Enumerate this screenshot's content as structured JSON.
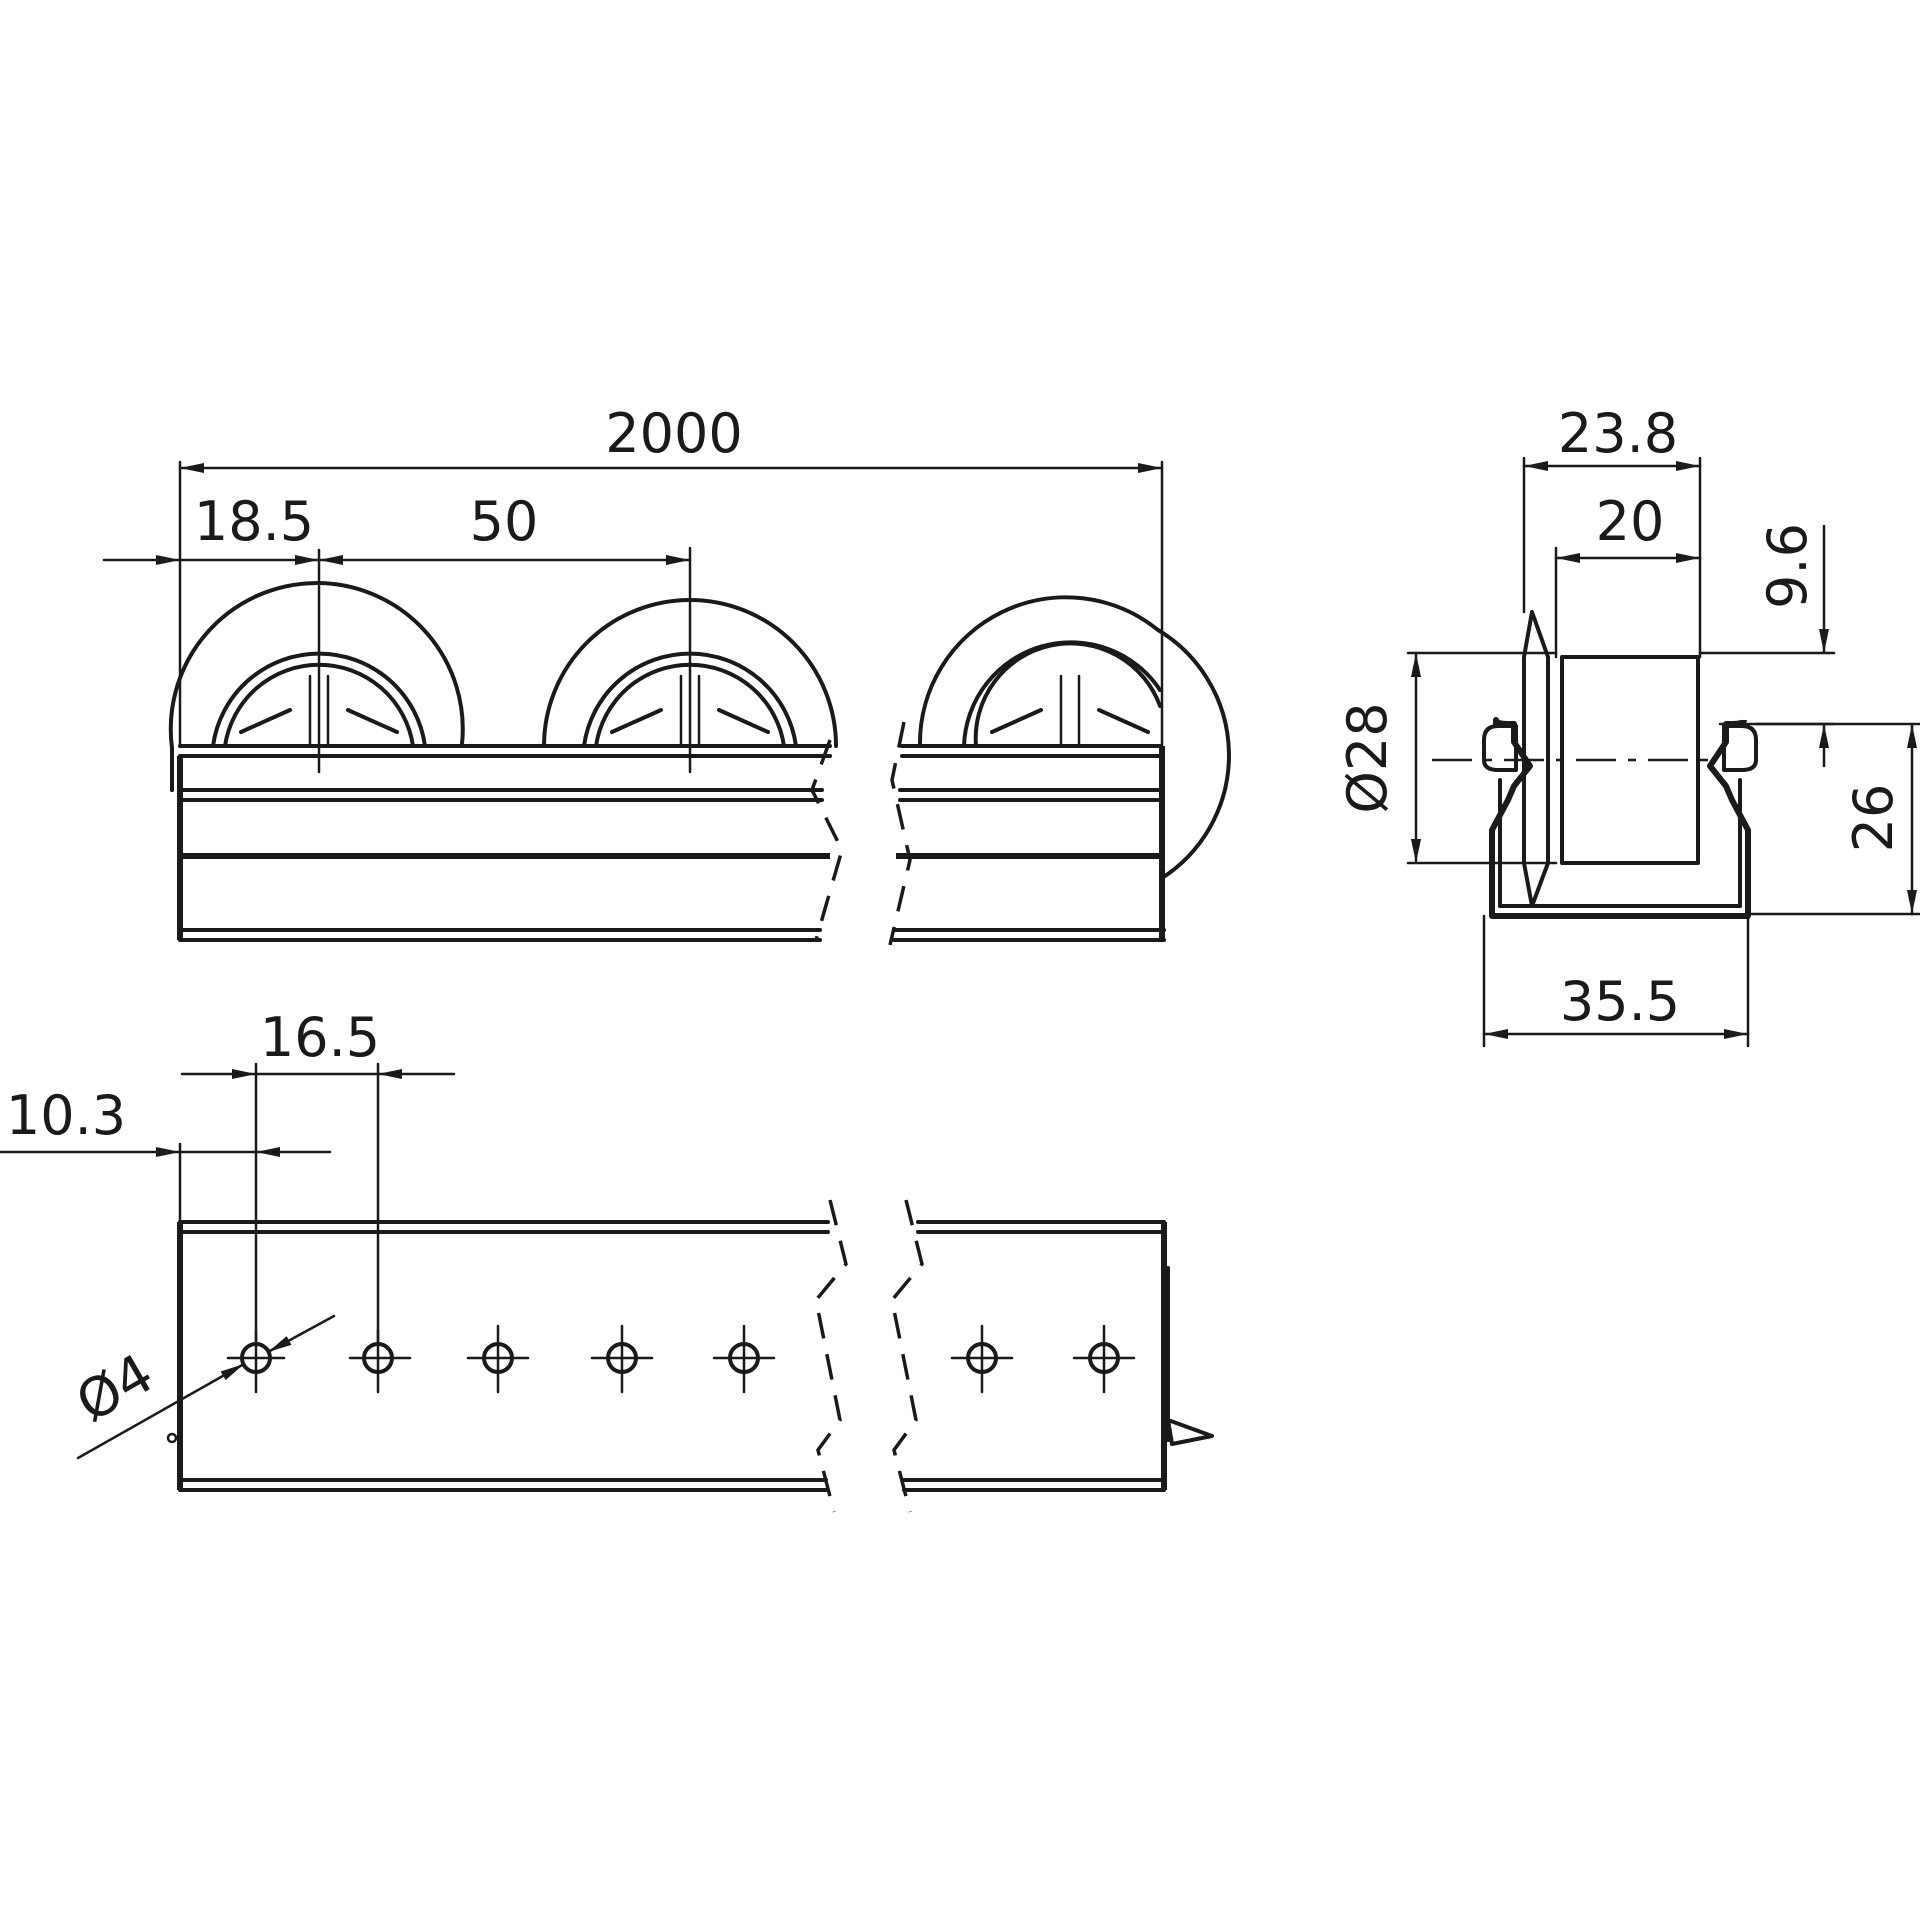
{
  "dimensions": {
    "overall_length": "2000",
    "first_roller_offset": "18.5",
    "roller_pitch": "50",
    "rail_width_outer": "23.8",
    "rail_width_inner": "20",
    "axle_height": "9.6",
    "roller_diameter": "Ø28",
    "profile_height": "26",
    "profile_base_width": "35.5",
    "hole_pitch": "16.5",
    "first_hole_offset": "10.3",
    "hole_diameter": "Ø4"
  }
}
